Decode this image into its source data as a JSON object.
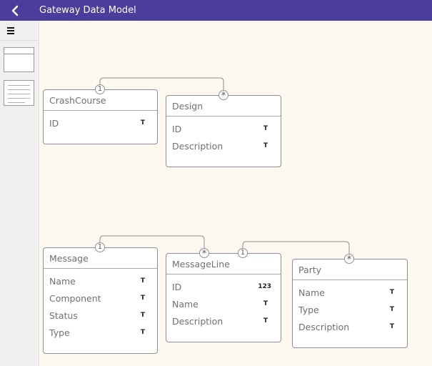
{
  "header": {
    "title": "Gateway Data Model",
    "back_icon": "chevron-left-icon"
  },
  "sidebar": {
    "menu_icon": "hamburger-menu-icon"
  },
  "entities": {
    "crashcourse": {
      "name": "CrashCourse",
      "attrs": [
        {
          "name": "ID",
          "type": "T"
        }
      ]
    },
    "design": {
      "name": "Design",
      "attrs": [
        {
          "name": "ID",
          "type": "T"
        },
        {
          "name": "Description",
          "type": "T"
        }
      ]
    },
    "message": {
      "name": "Message",
      "attrs": [
        {
          "name": "Name",
          "type": "T"
        },
        {
          "name": "Component",
          "type": "T"
        },
        {
          "name": "Status",
          "type": "T"
        },
        {
          "name": "Type",
          "type": "T"
        }
      ]
    },
    "messageline": {
      "name": "MessageLine",
      "attrs": [
        {
          "name": "ID",
          "type": "123"
        },
        {
          "name": "Name",
          "type": "T"
        },
        {
          "name": "Description",
          "type": "T"
        }
      ]
    },
    "party": {
      "name": "Party",
      "attrs": [
        {
          "name": "Name",
          "type": "T"
        },
        {
          "name": "Type",
          "type": "T"
        },
        {
          "name": "Description",
          "type": "T"
        }
      ]
    }
  },
  "relations": {
    "r1": {
      "from": "1",
      "to": "*"
    },
    "r2": {
      "from": "1",
      "to": "*"
    },
    "r3": {
      "from": "1",
      "to": "*"
    }
  },
  "colors": {
    "header_bg": "#4a3d9c",
    "canvas_bg": "#fdf9f1",
    "sidebar_bg": "#efefef"
  }
}
